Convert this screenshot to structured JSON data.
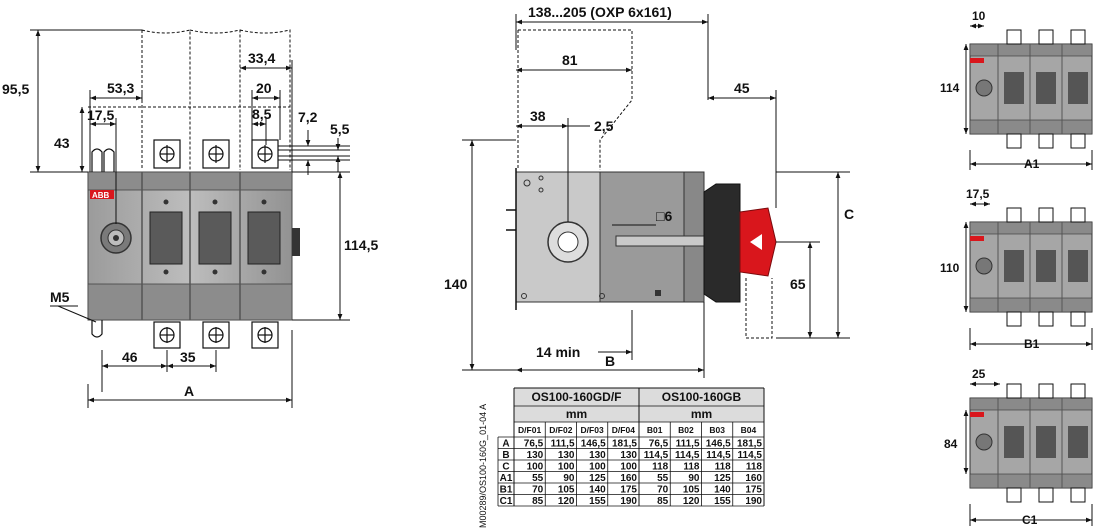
{
  "front_view": {
    "dims": {
      "d95_5": "95,5",
      "d53_3": "53,3",
      "d33_4": "33,4",
      "d20": "20",
      "d17_5": "17,5",
      "d8_5": "8,5",
      "d7_2": "7,2",
      "d5_5": "5,5",
      "d43": "43",
      "d114_5": "114,5",
      "m5": "M5",
      "d46": "46",
      "d35": "35",
      "a": "A"
    },
    "logo": "ABB"
  },
  "side_view": {
    "dims": {
      "d138_205": "138...205 (OXP 6x161)",
      "d81": "81",
      "d38": "38",
      "d2_5": "2,5",
      "d45": "45",
      "d6": "□6",
      "c": "C",
      "d140": "140",
      "d65": "65",
      "d14min": "14 min",
      "b": "B"
    }
  },
  "small_views": {
    "top": {
      "w": "10",
      "h": "114",
      "label": "A1"
    },
    "mid": {
      "w": "17,5",
      "h": "110",
      "label": "B1"
    },
    "bot": {
      "w": "25",
      "h": "84",
      "label": "C1"
    }
  },
  "drawing_code": "M00289/OS100-160G_01-04 A",
  "table": {
    "groups": [
      {
        "title": "OS100-160GD/F",
        "unit": "mm",
        "cols": [
          "D/F01",
          "D/F02",
          "D/F03",
          "D/F04"
        ]
      },
      {
        "title": "OS100-160GB",
        "unit": "mm",
        "cols": [
          "B01",
          "B02",
          "B03",
          "B04"
        ]
      }
    ],
    "rows": [
      {
        "label": "A",
        "values": [
          "76,5",
          "111,5",
          "146,5",
          "181,5",
          "76,5",
          "111,5",
          "146,5",
          "181,5"
        ]
      },
      {
        "label": "B",
        "values": [
          "130",
          "130",
          "130",
          "130",
          "114,5",
          "114,5",
          "114,5",
          "114,5"
        ]
      },
      {
        "label": "C",
        "values": [
          "100",
          "100",
          "100",
          "100",
          "118",
          "118",
          "118",
          "118"
        ]
      },
      {
        "label": "A1",
        "values": [
          "55",
          "90",
          "125",
          "160",
          "55",
          "90",
          "125",
          "160"
        ]
      },
      {
        "label": "B1",
        "values": [
          "70",
          "105",
          "140",
          "175",
          "70",
          "105",
          "140",
          "175"
        ]
      },
      {
        "label": "C1",
        "values": [
          "85",
          "120",
          "155",
          "190",
          "85",
          "120",
          "155",
          "190"
        ]
      }
    ]
  },
  "colors": {
    "line": "#111111",
    "body": "#a9a9a9",
    "body_dark": "#7d7d7d",
    "accent": "#d9161c",
    "handle": "#2a2a2a"
  }
}
